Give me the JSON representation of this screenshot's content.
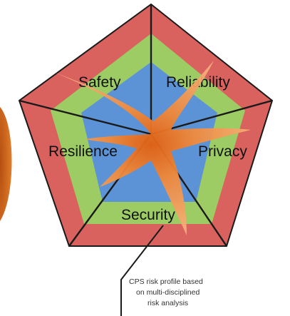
{
  "labels": {
    "safety": "Safety",
    "reliability": "Reliability",
    "resilience": "Resilience",
    "privacy": "Privacy",
    "security": "Security"
  },
  "caption": {
    "line1": "CPS risk profile based",
    "line2": "on multi-disciplined",
    "line3": "risk analysis"
  },
  "colors": {
    "outer_band": "#d9625f",
    "middle_band": "#9ccc63",
    "inner_area": "#5c93d6",
    "star_fill": "#f3993f",
    "star_center": "#e9741d",
    "left_arc": "#c85a1a",
    "outline": "#1a1a1a"
  }
}
